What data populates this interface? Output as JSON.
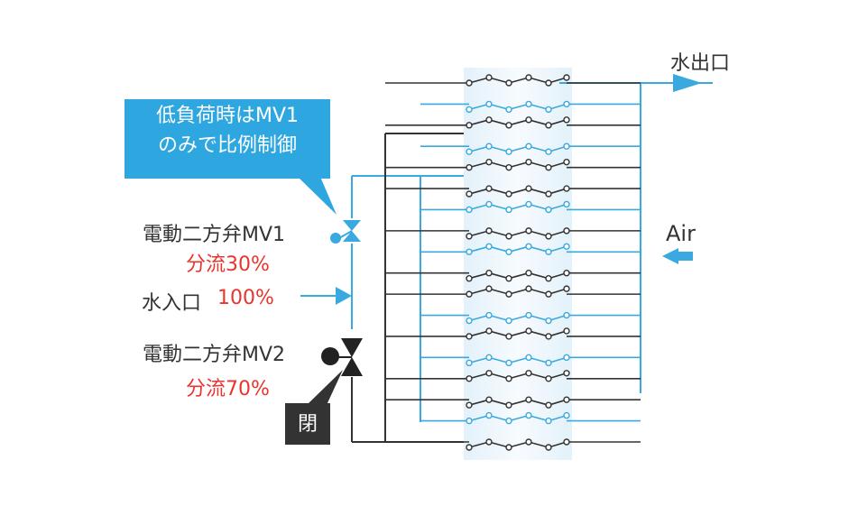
{
  "colors": {
    "blue": "#3aa9df",
    "dark_line": "#333333",
    "red": "#e8352e",
    "callout_bg": "#2ea7e0",
    "closed_bg": "#333333",
    "panel_fill": "#e8f4fb"
  },
  "callout": {
    "line1": "低負荷時はMV1",
    "line2": "のみで比例制御"
  },
  "valve1": {
    "name": "電動二方弁MV1",
    "flow": "分流30%"
  },
  "inlet": {
    "name": "水入口",
    "percent": "100%"
  },
  "valve2": {
    "name": "電動二方弁MV2",
    "flow": "分流70%",
    "state": "閉"
  },
  "outlet": {
    "name": "水出口"
  },
  "air": {
    "name": "Air"
  }
}
